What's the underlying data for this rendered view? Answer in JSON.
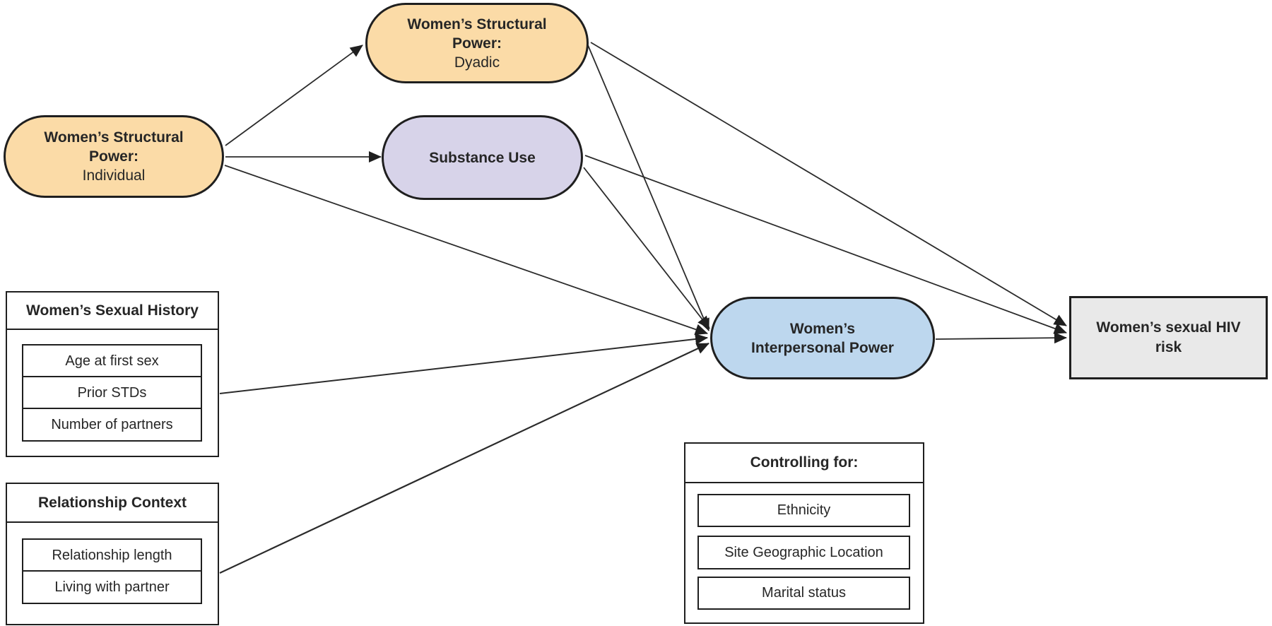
{
  "diagram": {
    "nodes": {
      "structural_individual": {
        "line1": "Women’s Structural",
        "line2": "Power:",
        "subtitle": "Individual",
        "fill": "#FBDBA7"
      },
      "structural_dyadic": {
        "line1": "Women’s Structural",
        "line2": "Power:",
        "subtitle": "Dyadic",
        "fill": "#FBDBA7"
      },
      "substance_use": {
        "label": "Substance Use",
        "fill": "#D7D3E9"
      },
      "interpersonal_power": {
        "line1": "Women’s",
        "line2": "Interpersonal Power",
        "fill": "#BDD7EE"
      },
      "hiv_risk": {
        "line1": "Women’s sexual HIV",
        "line2": "risk",
        "fill": "#E9E9E9"
      }
    },
    "groups": {
      "sexual_history": {
        "title": "Women’s Sexual History",
        "items": [
          "Age at first sex",
          "Prior STDs",
          "Number of partners"
        ]
      },
      "relationship_context": {
        "title": "Relationship Context",
        "items": [
          "Relationship length",
          "Living with partner"
        ]
      },
      "controlling": {
        "title": "Controlling for:",
        "items": [
          "Ethnicity",
          "Site Geographic Location",
          "Marital status"
        ]
      }
    },
    "edges": [
      {
        "from": "structural_individual",
        "to": "structural_dyadic"
      },
      {
        "from": "structural_individual",
        "to": "substance_use"
      },
      {
        "from": "structural_individual",
        "to": "interpersonal_power"
      },
      {
        "from": "structural_dyadic",
        "to": "interpersonal_power"
      },
      {
        "from": "structural_dyadic",
        "to": "hiv_risk"
      },
      {
        "from": "substance_use",
        "to": "interpersonal_power"
      },
      {
        "from": "substance_use",
        "to": "hiv_risk"
      },
      {
        "from": "sexual_history",
        "to": "interpersonal_power"
      },
      {
        "from": "relationship_context",
        "to": "interpersonal_power"
      },
      {
        "from": "interpersonal_power",
        "to": "hiv_risk"
      }
    ],
    "colors": {
      "node_orange": "#FBDBA7",
      "node_purple": "#D7D3E9",
      "node_blue": "#BDD7EE",
      "node_gray": "#E9E9E9",
      "border": "#1f1f1f",
      "line": "#2b2b2b",
      "background": "#ffffff"
    }
  }
}
